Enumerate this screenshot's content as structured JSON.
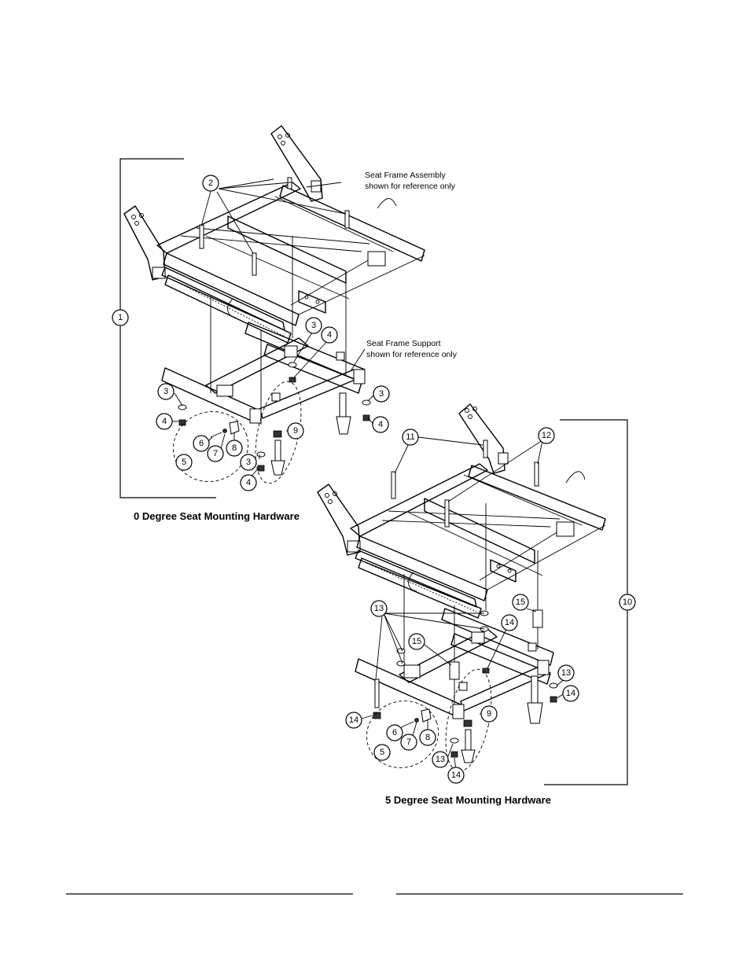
{
  "top_assembly": {
    "caption": "0 Degree Seat Mounting Hardware",
    "seat_frame_assembly_note": [
      "Seat Frame Assembly",
      "shown for reference only"
    ],
    "seat_frame_support_note": [
      "Seat Frame Support",
      "shown for reference only"
    ],
    "callouts": [
      "1",
      "2",
      "3",
      "4",
      "3",
      "4",
      "3",
      "4",
      "6",
      "7",
      "8",
      "5",
      "3",
      "4",
      "9"
    ]
  },
  "bottom_assembly": {
    "caption": "5 Degree Seat Mounting Hardware",
    "callouts": [
      "11",
      "12",
      "10",
      "13",
      "15",
      "14",
      "15",
      "13",
      "14",
      "14",
      "6",
      "7",
      "8",
      "9",
      "5",
      "13",
      "14"
    ]
  }
}
